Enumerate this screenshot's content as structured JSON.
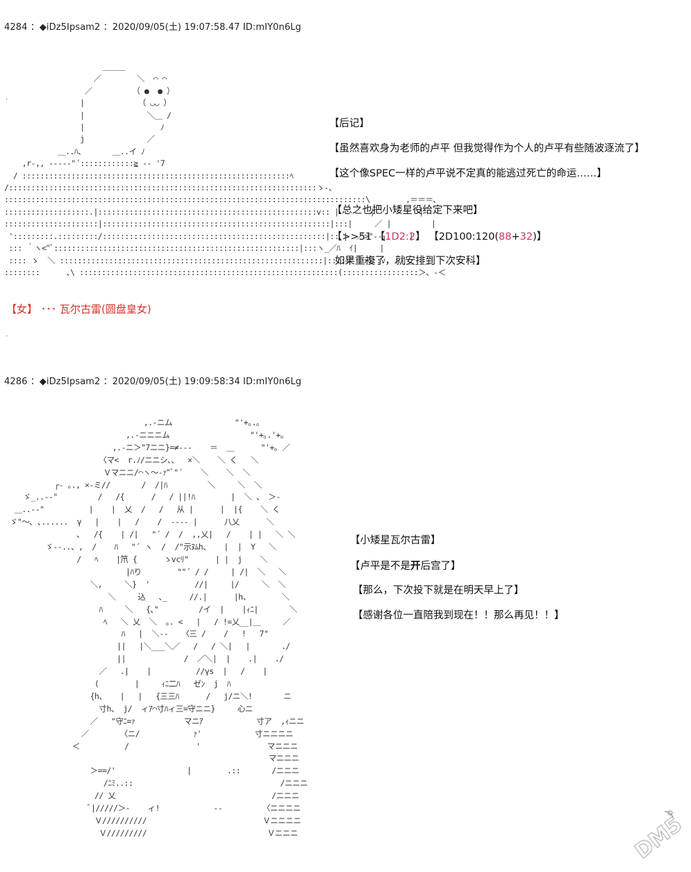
{
  "posts": [
    {
      "header": "4284 ：◆iDz5Ipsam2 ：2020/09/05(土) 19:07:58.47 ID:mIY0n6Lg",
      "lines": [
        "【后记】",
        "【虽然喜欢身为老师的卢平  但我觉得作为个人的卢平有些随波逐流了】",
        "【这个像SPEC一样的卢平说不定真的能逃过死亡的命运……】",
        "【总之也把小矮星役给定下来吧】"
      ],
      "dice": {
        "prefix": "【>>51  【",
        "roll1": "1D2:2",
        "mid": "】  【2D100:120(",
        "roll2a": "88",
        "plus": "+",
        "roll2b": "32",
        "suffix": ")】"
      },
      "last_line": "如果重複了，就安排到下次安科】",
      "caption": "【女】 ･･･  瓦尔古雷(圆盘皇女)"
    },
    {
      "header": "4286 ：◆iDz5Ipsam2 ：2020/09/05(土) 19:09:58:34 ID:mIY0n6Lg",
      "lines": [
        "【小矮星瓦尔古雷】",
        "【卢平是不是",
        "开",
        "后宫了】",
        "【那么，下次投下就是在明天早上了】",
        "【感谢各位一直陪我到现在！！那么再见！！】"
      ]
    }
  ],
  "watermark": "DM5",
  "colors": {
    "caption": "#d0342c",
    "dice_red": "#cc3366"
  }
}
